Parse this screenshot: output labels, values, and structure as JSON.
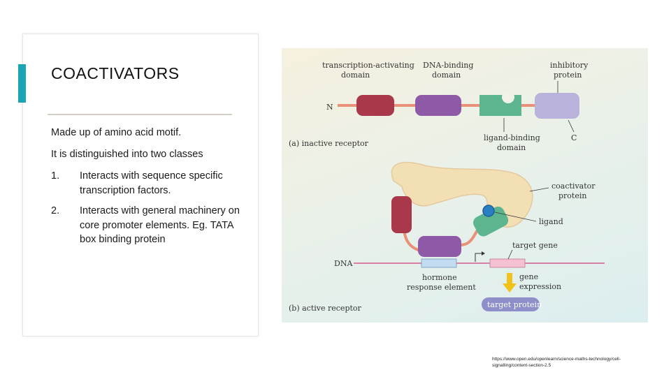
{
  "slide": {
    "title": "COACTIVATORS",
    "line1": "Made up of amino acid motif.",
    "line2": "It is distinguished into two classes",
    "items": [
      {
        "number": "1.",
        "text": "Interacts with sequence specific transcription factors."
      },
      {
        "number": "2.",
        "text": "Interacts with general machinery on core promoter elements. Eg. TATA box binding protein"
      }
    ],
    "credit": "https://www.open.edu/openlearn/science-maths-technology/cell-signalling/content-section-2.5"
  },
  "diagram": {
    "labels": {
      "tad": [
        "transcription-activating",
        "domain"
      ],
      "dbd": [
        "DNA-binding",
        "domain"
      ],
      "inhib": [
        "inhibitory",
        "protein"
      ],
      "n_term": "N",
      "c_term": "C",
      "lbd": [
        "ligand-binding",
        "domain"
      ],
      "panel_a": "(a) inactive receptor",
      "coact": [
        "coactivator",
        "protein"
      ],
      "ligand": "ligand",
      "target_gene": "target gene",
      "dna": "DNA",
      "hre": [
        "hormone",
        "response element"
      ],
      "gene_expr": [
        "gene",
        "expression"
      ],
      "panel_b": "(b) active receptor",
      "target_protein": "target protein"
    },
    "colors": {
      "tad": "#a8384a",
      "dbd": "#8e5aa8",
      "lbd": "#5cb58e",
      "inhib": "#b9b3db",
      "linker": "#e89078",
      "dna": "#d65a8e",
      "coactivator": "#f3dfb4",
      "ligand": "#2a7ec4",
      "hre": "#c3dcf2",
      "target_gene": "#f4c0d2",
      "arrow": "#f1c21b",
      "target_protein": "#8e8ec8"
    }
  }
}
